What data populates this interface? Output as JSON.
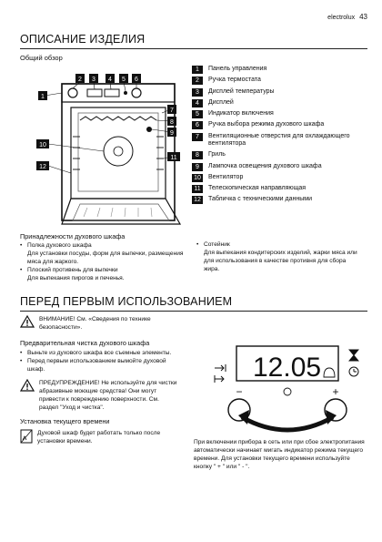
{
  "header": {
    "brand": "electrolux",
    "page": "43"
  },
  "section1": {
    "title": "ОПИСАНИЕ ИЗДЕЛИЯ",
    "overview": "Общий обзор",
    "legend": [
      {
        "n": "1",
        "text": "Панель управления"
      },
      {
        "n": "2",
        "text": "Ручка термостата"
      },
      {
        "n": "3",
        "text": "Дисплей температуры"
      },
      {
        "n": "4",
        "text": "Дисплей"
      },
      {
        "n": "5",
        "text": "Индикатор включения"
      },
      {
        "n": "6",
        "text": "Ручка выбора режима духового шкафа"
      },
      {
        "n": "7",
        "text": "Вентиляционные отверстия для охлаждающего вентилятора"
      },
      {
        "n": "8",
        "text": "Гриль"
      },
      {
        "n": "9",
        "text": "Лампочка освещения духового шкафа"
      },
      {
        "n": "10",
        "text": "Вентилятор"
      },
      {
        "n": "11",
        "text": "Телескопическая направляющая"
      },
      {
        "n": "12",
        "text": "Табличка с техническими данными"
      }
    ],
    "accessories_title": "Принадлежности духового шкафа",
    "accessories": [
      {
        "name": "Полка духового шкафа",
        "desc": "Для установки посуды, форм для выпечки, размещения мяса для жаркого."
      },
      {
        "name": "Плоский противень для выпечки",
        "desc": "Для выпекания пирогов и печенья."
      },
      {
        "name": "Сотейник",
        "desc": "Для выпекания кондитерских изделий, жарки мяса или для использования в качестве противня для сбора жира."
      }
    ]
  },
  "section2": {
    "title": "ПЕРЕД ПЕРВЫМ ИСПОЛЬЗОВАНИЕМ",
    "warning": "ВНИМАНИЕ! См. «Сведения по технике безопасности».",
    "cleaning_title": "Предварительная чистка духового шкафа",
    "cleaning_steps": [
      "Выньте из духового шкафа все съемные элементы.",
      "Перед первым использованием вымойте духовой шкаф."
    ],
    "caution": "ПРЕДУПРЕЖДЕНИЕ! Не используйте для чистки абразивные моющие средства! Они могут привести к повреждению поверхности. См. раздел \"Уход и чистка\".",
    "time_title": "Установка текущего времени",
    "time_note": "Духовой шкаф будет работать только после установки времени.",
    "display_time": "12.05",
    "button_minus": "−",
    "button_plus": "+",
    "right_text": "При включении прибора в сеть или при сбое электропитания автоматически начинает мигать индикатор режима текущего времени. Для установки текущего времени используйте кнопку \" + \" или \" - \"."
  },
  "diagram_callouts": [
    "1",
    "2",
    "3",
    "4",
    "5",
    "6",
    "7",
    "8",
    "9",
    "10",
    "11",
    "12"
  ]
}
